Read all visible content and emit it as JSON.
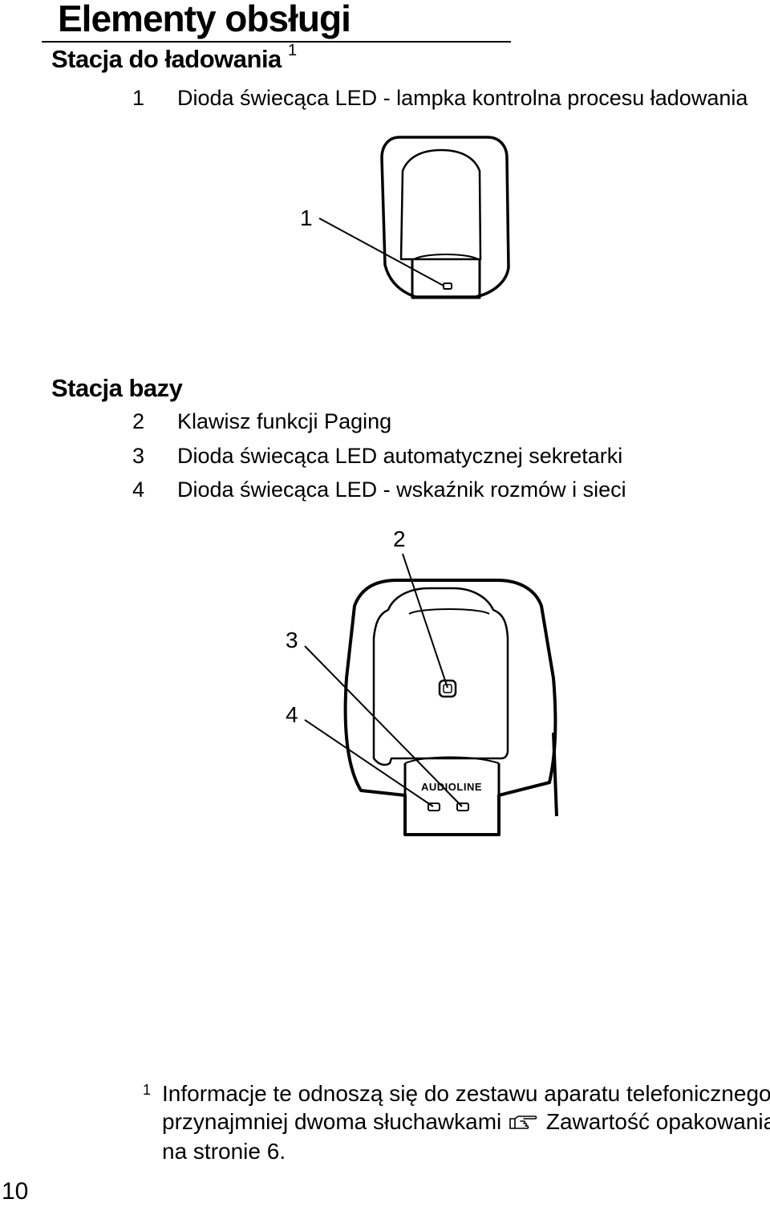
{
  "page_title": "Elementy obsługi",
  "charger": {
    "heading": "Stacja do ładowania",
    "heading_sup": "1",
    "items": [
      {
        "num": "1",
        "label": "Dioda świecąca LED - lampka kontrolna procesu ładowania"
      }
    ],
    "callouts": [
      "1"
    ]
  },
  "base": {
    "heading": "Stacja bazy",
    "items": [
      {
        "num": "2",
        "label": "Klawisz funkcji Paging"
      },
      {
        "num": "3",
        "label": "Dioda świecąca LED automatycznej sekretarki"
      },
      {
        "num": "4",
        "label": "Dioda świecąca LED - wskaźnik rozmów i sieci"
      }
    ],
    "callouts": [
      "2",
      "3",
      "4"
    ],
    "brand_text": "AUDIOLINE"
  },
  "footnote": {
    "mark": "1",
    "line1": "Informacje te odnoszą się do zestawu aparatu telefonicznego z",
    "line2_before": "przynajmniej dwoma słuchawkami",
    "icon": "pointing-hand-icon",
    "line2_after": "Zawartość opakowania",
    "line3": "na stronie 6."
  },
  "page_number": "10"
}
